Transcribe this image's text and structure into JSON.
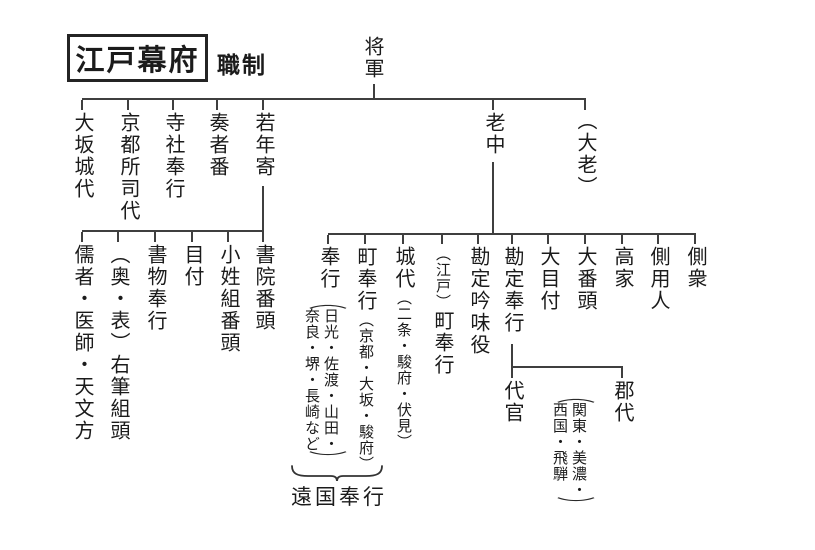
{
  "title": {
    "boxed": "江戸幕府",
    "suffix": "職制"
  },
  "colors": {
    "line": "#3f3f3f",
    "ink": "#1b1b1b"
  },
  "tree": {
    "root": "将軍",
    "level1": [
      {
        "label": "大坂城代"
      },
      {
        "label": "京都所司代"
      },
      {
        "label": "寺社奉行"
      },
      {
        "label": "奏者番"
      },
      {
        "label": "若年寄"
      },
      {
        "label": "老中"
      },
      {
        "label": "（大老）"
      }
    ],
    "wakadoshiyori_children": [
      {
        "label": "書院番頭"
      },
      {
        "label": "小姓組番頭"
      },
      {
        "label": "目付"
      },
      {
        "label": "書物奉行"
      },
      {
        "label": "（奥・表）右筆組頭"
      },
      {
        "label": "儒者・医師・天文方"
      }
    ],
    "roju_children": [
      {
        "label": "奉行",
        "note_cols": [
          "日光・佐渡・山田・",
          "奈良・堺・長崎など"
        ],
        "paren_open": "（",
        "paren_close": "）"
      },
      {
        "label": "町奉行",
        "note": "（京都・大坂・駿府）"
      },
      {
        "label": "城代",
        "note": "（二条・駿府・伏見）"
      },
      {
        "label": "町奉行",
        "prefix": "（江戸）"
      },
      {
        "label": "勘定吟味役"
      },
      {
        "label": "勘定奉行"
      },
      {
        "label": "大目付"
      },
      {
        "label": "大番頭"
      },
      {
        "label": "高家"
      },
      {
        "label": "側用人"
      },
      {
        "label": "側衆"
      }
    ],
    "kanjo_children": [
      {
        "label": "代官"
      },
      {
        "label": "郡代",
        "note_cols": [
          "関東・美濃・",
          "西国・飛騨"
        ],
        "paren_open": "（",
        "paren_close": "）"
      }
    ],
    "bracket_label": "遠国奉行"
  }
}
